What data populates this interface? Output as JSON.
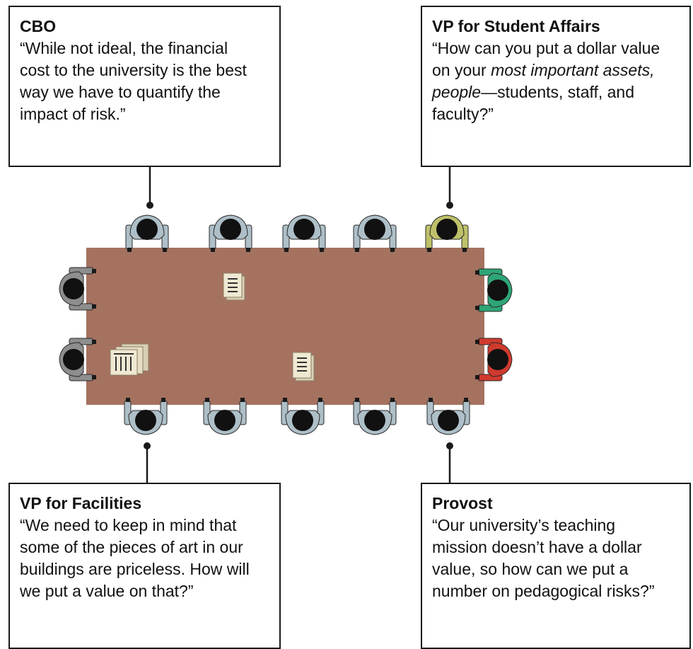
{
  "callouts": {
    "cbo": {
      "title": "CBO",
      "quote_lines": [
        "“While not ideal, the financial",
        "cost to the university is the best",
        "way we have to quantify the",
        "impact of risk.”"
      ]
    },
    "vp_student_affairs": {
      "title": "VP for Student Affairs",
      "quote_segments": [
        {
          "text": "“How can you put a dollar value on your ",
          "italic": false
        },
        {
          "text": "most important assets, people",
          "italic": true
        },
        {
          "text": "—students, staff, and faculty?”",
          "italic": false
        }
      ]
    },
    "vp_facilities": {
      "title": "VP for Facilities",
      "quote_lines": [
        "“We need to keep in mind that",
        "some of the pieces of art in our",
        "buildings are priceless. How will",
        "we put a value on that?”"
      ]
    },
    "provost": {
      "title": "Provost",
      "quote_lines": [
        "“Our university’s teaching",
        "mission doesn’t have a dollar",
        "value, so how can we put a",
        "number on pedagogical risks?”"
      ]
    }
  },
  "scene": {
    "table_color": "#a57260",
    "top_row_chairs": [
      "#aebfc8",
      "#aebfc8",
      "#aebfc8",
      "#aebfc8",
      "#bfc16a"
    ],
    "bottom_row_chairs": [
      "#aebfc8",
      "#aebfc8",
      "#aebfc8",
      "#aebfc8",
      "#aebfc8"
    ],
    "left_end_chairs": [
      "#8e8e8e",
      "#8e8e8e"
    ],
    "right_end_chairs": [
      "#2ea576",
      "#d03a2e"
    ],
    "head_color": "#111111",
    "paper_color": "#efe8d2"
  }
}
